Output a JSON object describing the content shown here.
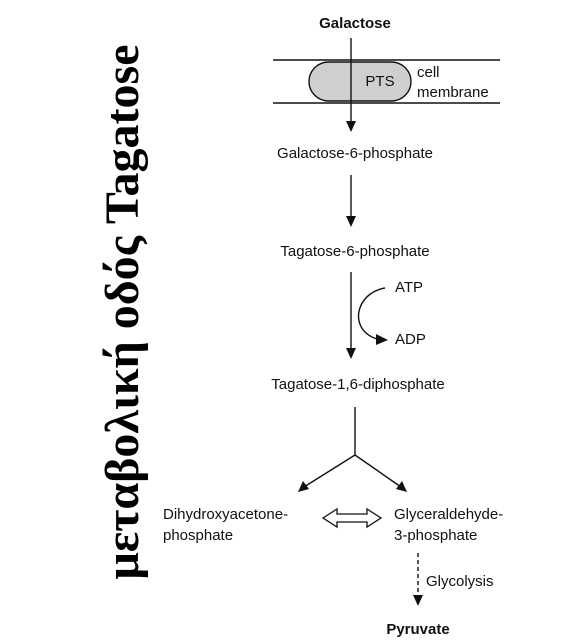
{
  "side_title": "μεταβολική οδός Tagatose",
  "nodes": {
    "galactose": "Galactose",
    "pts": "PTS",
    "cell": "cell",
    "membrane": "membrane",
    "galactose_6_phosphate": "Galactose-6-phosphate",
    "tagatose_6_phosphate": "Tagatose-6-phosphate",
    "atp": "ATP",
    "adp": "ADP",
    "tagatose_1_6_diphosphate": "Tagatose-1,6-diphosphate",
    "dhap_line1": "Dihydroxyacetone-",
    "dhap_line2": "phosphate",
    "g3p_line1": "Glyceraldehyde-",
    "g3p_line2": "3-phosphate",
    "glycolysis": "Glycolysis",
    "pyruvate": "Pyruvate"
  },
  "colors": {
    "ink": "#111111",
    "pts_fill": "#cfcfcf"
  }
}
